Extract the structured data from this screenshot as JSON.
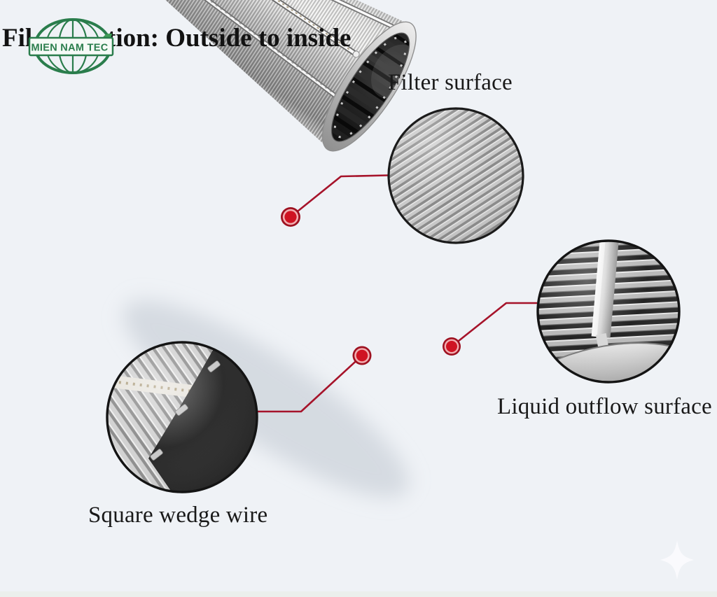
{
  "page": {
    "background": "#eff2f6"
  },
  "header": {
    "title_visible_left": "Fil",
    "title_visible_right": "tion: Outside to inside"
  },
  "logo": {
    "text": "MIEN NAM TEC",
    "color": "#2a7d4c"
  },
  "callouts": [
    {
      "id": "filter-surface",
      "label": "Filter surface"
    },
    {
      "id": "liquid-outflow-surface",
      "label": "Liquid outflow surface"
    },
    {
      "id": "square-wedge-wire",
      "label": "Square wedge wire"
    }
  ],
  "colors": {
    "background": "#eff2f6",
    "accent_red_line": "#a6132a",
    "dot_red": "#cf1322",
    "logo_green": "#2a7d4c",
    "text": "#191919"
  }
}
